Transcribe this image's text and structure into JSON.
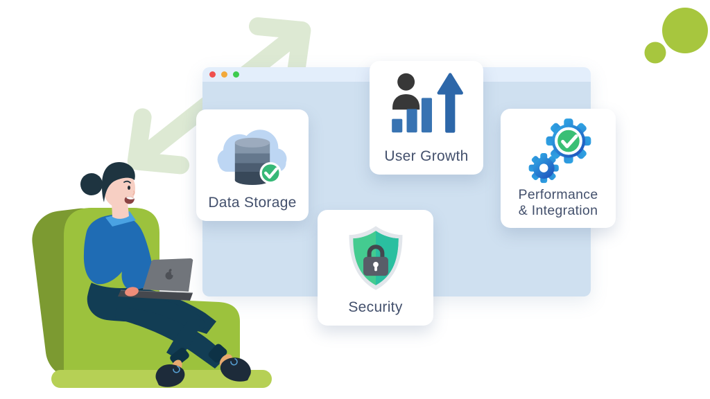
{
  "palette": {
    "accent_green": "#a7c63e",
    "arrow_green": "#dde9d3",
    "window_header": "#e3eefb",
    "window_body": "#cfe0f0",
    "card_background": "#ffffff",
    "label_color": "#43506c",
    "icon_blue": "#3873b2",
    "icon_check_green": "#36b877",
    "shield_green_left": "#44cb90",
    "shield_green_right": "#2abfa0"
  },
  "browser_window": {
    "traffic_lights": [
      {
        "name": "close",
        "color": "#f0504e"
      },
      {
        "name": "minimize",
        "color": "#f2a93b"
      },
      {
        "name": "zoom",
        "color": "#3ecb4f"
      }
    ]
  },
  "cards": [
    {
      "id": "data-storage",
      "label": "Data Storage",
      "icon": "cloud-database-check-icon"
    },
    {
      "id": "user-growth",
      "label": "User Growth",
      "icon": "user-bar-chart-growth-icon"
    },
    {
      "id": "performance-integration",
      "label": "Performance & Integration",
      "icon": "gears-check-icon"
    },
    {
      "id": "security",
      "label": "Security",
      "icon": "shield-lock-icon"
    }
  ],
  "illustration": {
    "alt": "Woman sitting in a green armchair working on a laptop"
  }
}
